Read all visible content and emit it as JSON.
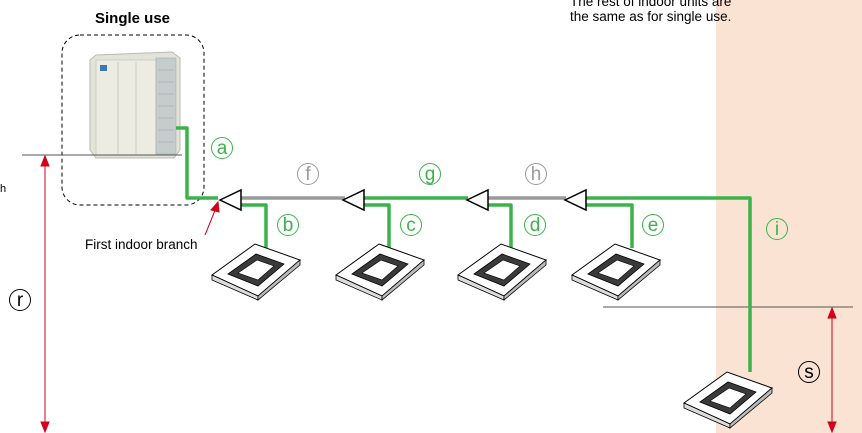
{
  "title": "Single use",
  "note": {
    "line1": "The rest of indoor units are",
    "line2": "the same as for single use."
  },
  "left_fragment": "h",
  "first_branch_label": "First indoor branch",
  "pipe_labels": {
    "a": "ⓐ",
    "b": "ⓑ",
    "c": "ⓒ",
    "d": "ⓓ",
    "e": "ⓔ",
    "f": "ⓕ",
    "g": "ⓖ",
    "h": "ⓗ",
    "i": "ⓘ",
    "r": "ⓡ",
    "s": "ⓢ"
  },
  "colors": {
    "green_pipe": "#3cb34a",
    "gray_pipe": "#9a9a9a",
    "arrow_red": "#d0021b",
    "highlight": "#fbe3d3"
  }
}
